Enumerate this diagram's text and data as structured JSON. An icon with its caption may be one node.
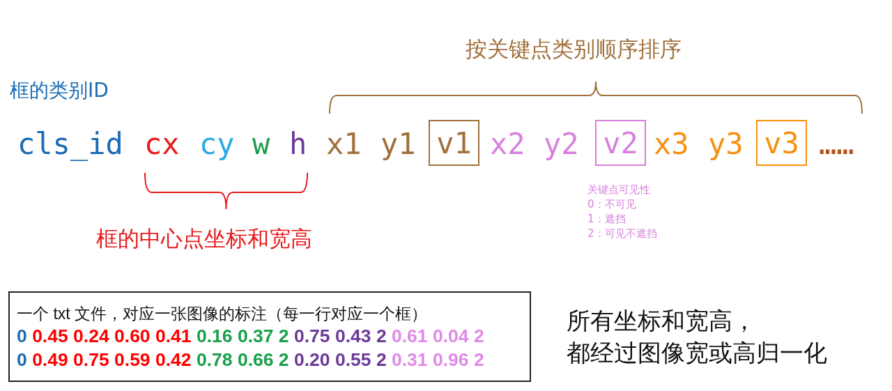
{
  "diagram": {
    "nodes": [
      {
        "text": [
          "v1"
        ]
      },
      {
        "text": [
          "v2"
        ]
      },
      {
        "text": [
          "v3"
        ]
      },
      {
        "text": [
          "一个 txt 文件，对应一张图像的标注（每一行对应一个框）",
          "0 0.45 0.24 0.60 0.41 0.16 0.37 2 0.75 0.43 2 0.61 0.04 2",
          "0 0.49 0.75 0.59 0.42 0.78 0.66 2 0.20 0.55 2 0.31 0.96 2"
        ]
      }
    ],
    "labels": [
      "按关键点类别顺序排序",
      "框的类别ID",
      "cls_id",
      "cx",
      "cy",
      "w",
      "h",
      "x1",
      "y1",
      "x2",
      "y2",
      "x3",
      "y3",
      "……",
      "框的中心点坐标和宽高",
      "关键点可见性",
      "0：不可见",
      "1：遮挡",
      "2：可见不遮挡",
      "所有坐标和宽高，",
      "都经过图像宽或高归一化"
    ]
  }
}
